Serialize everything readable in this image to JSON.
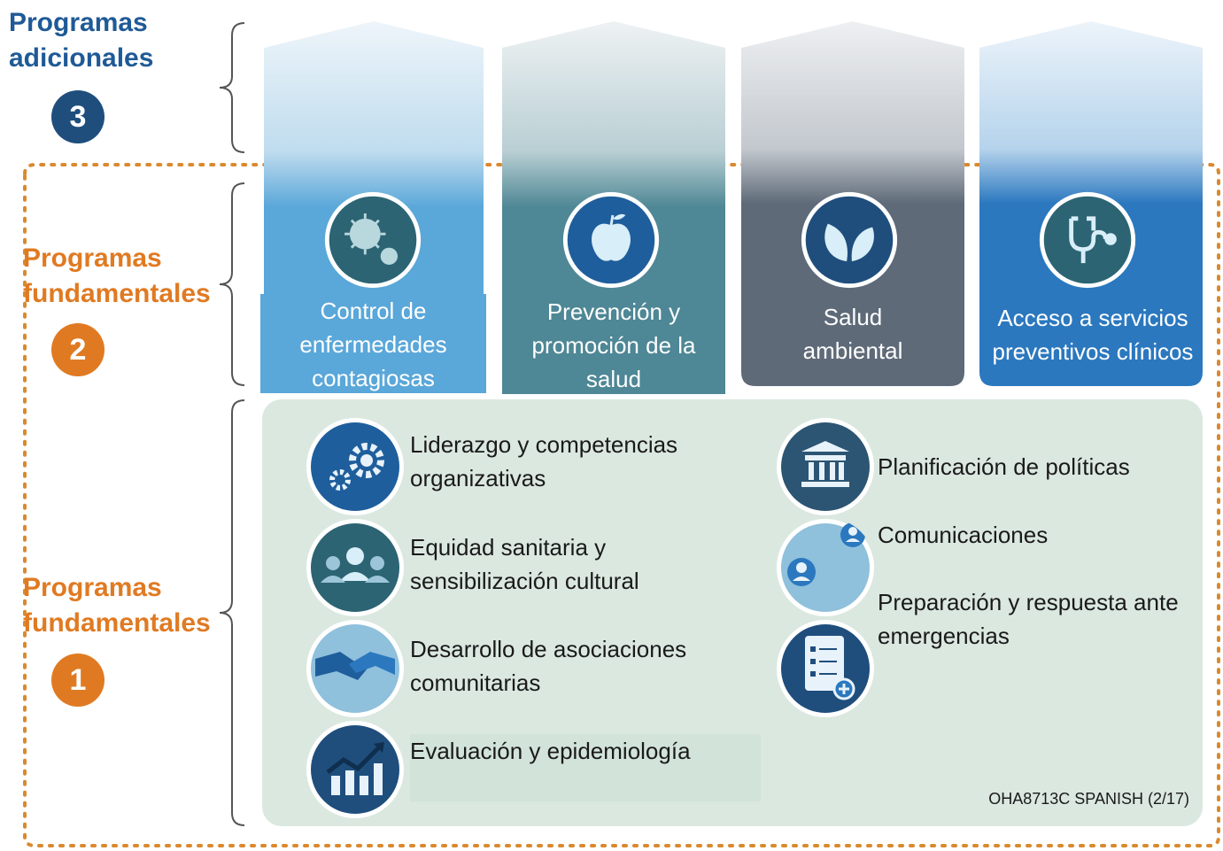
{
  "left": {
    "additional_title": [
      "Programas",
      "adicionales"
    ],
    "additional_number": "3",
    "core2_title": [
      "Programas",
      "fundamentales"
    ],
    "core2_number": "2",
    "core1_title": [
      "Programas",
      "fundamentales"
    ],
    "core1_number": "1"
  },
  "columns": [
    {
      "label_lines": [
        "Control de",
        "enfermedades",
        "contagiosas"
      ],
      "icon": "virus-icon",
      "color": "#5aa7d9"
    },
    {
      "label_lines": [
        "Prevención y",
        "promoción de la",
        "salud"
      ],
      "icon": "apple-icon",
      "color": "#4e8795"
    },
    {
      "label_lines": [
        "Salud",
        "ambiental"
      ],
      "icon": "leaves-icon",
      "color": "#5e6a78"
    },
    {
      "label_lines": [
        "Acceso a servicios",
        "preventivos clínicos"
      ],
      "icon": "stethoscope-icon",
      "color": "#2b78bf"
    }
  ],
  "foundational": {
    "left_items": [
      {
        "lines": [
          "Liderazgo y competencias",
          "organizativas"
        ],
        "icon": "gears-icon"
      },
      {
        "lines": [
          "Equidad sanitaria y",
          "sensibilización cultural"
        ],
        "icon": "people-group-icon"
      },
      {
        "lines": [
          "Desarrollo de asociaciones",
          "comunitarias"
        ],
        "icon": "handshake-icon"
      },
      {
        "lines": [
          "Evaluación y epidemiología"
        ],
        "icon": "trend-chart-icon"
      }
    ],
    "right_items": [
      {
        "lines": [
          "Planificación de políticas"
        ],
        "icon": "government-building-icon"
      },
      {
        "lines": [
          "Comunicaciones"
        ],
        "icon": "conversation-icon"
      },
      {
        "lines": [
          "Preparación y respuesta ante",
          "emergencias"
        ],
        "icon": "checklist-icon"
      }
    ]
  },
  "footer": {
    "code": "OHA8713C SPANISH  (2/17)"
  },
  "colors": {
    "navy": "#1f4e7d",
    "orange": "#e07a22",
    "panel": "#dbe8e0"
  }
}
